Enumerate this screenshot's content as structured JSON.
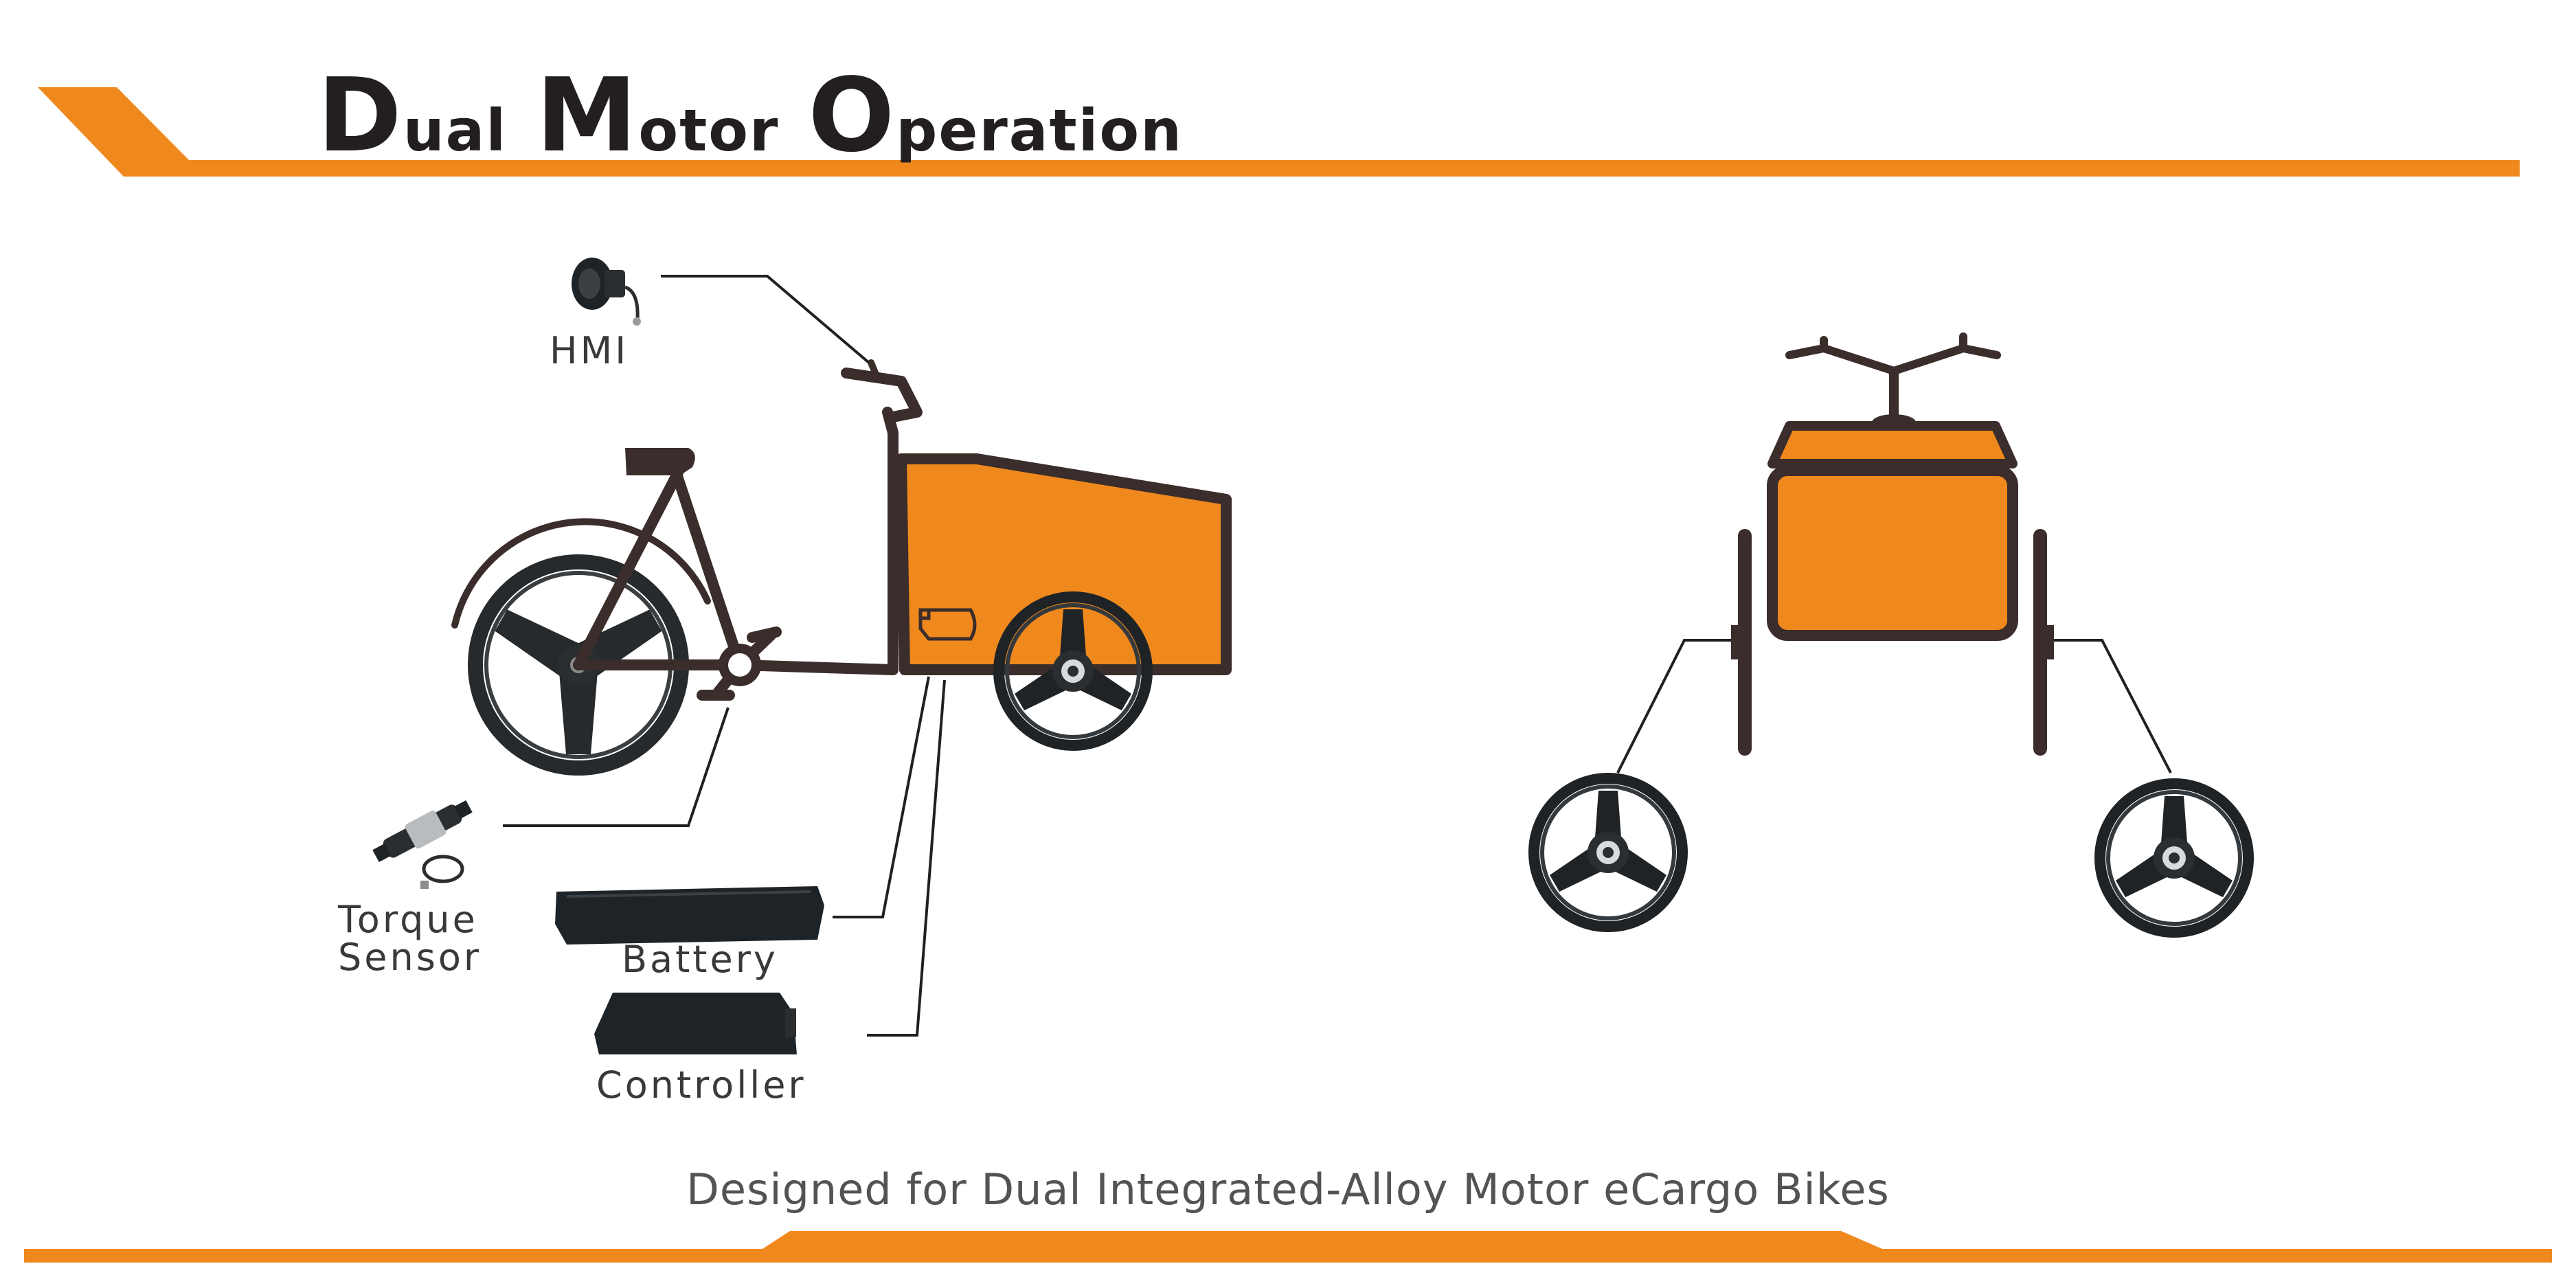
{
  "title": {
    "word1": {
      "cap": "D",
      "rest": "ual"
    },
    "word2": {
      "cap": "M",
      "rest": "otor"
    },
    "word3": {
      "cap": "O",
      "rest": "peration"
    }
  },
  "labels": {
    "hmi": "HMI",
    "torque_line1": "Torque",
    "torque_line2": "Sensor",
    "battery": "Battery",
    "controller": "Controller"
  },
  "subtitle": "Designed for Dual Integrated-Alloy Motor eCargo Bikes",
  "colors": {
    "accent_orange": "#f0891d",
    "outline_dark": "#3a2d2b",
    "text_dark": "#231f20",
    "component_black": "#1e2327"
  }
}
